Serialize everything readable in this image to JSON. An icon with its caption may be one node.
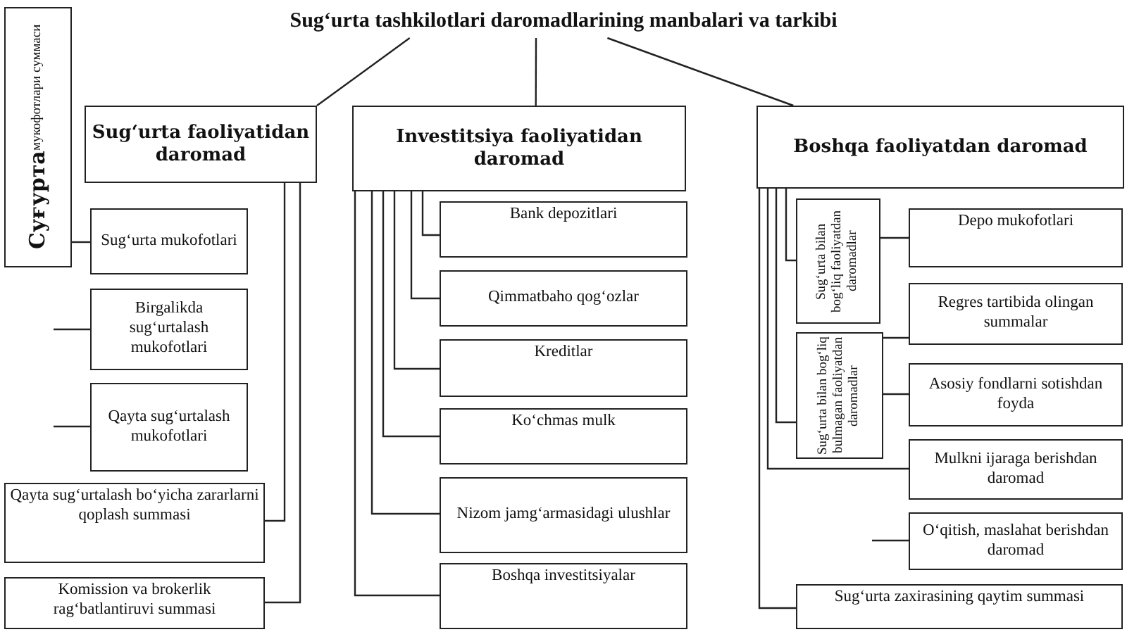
{
  "diagram": {
    "nodes": [
      {
        "text": [
          "Sug‘urta tashkilotlari daromadlarining manbalari va tarkibi"
        ]
      },
      {
        "text": [
          "Sug‘urta faoliyatidan daromad"
        ]
      },
      {
        "text": [
          "Investitsiya faoliyatidan daromad"
        ]
      },
      {
        "text": [
          "Boshqa faoliyatdan daromad"
        ]
      },
      {
        "text": [
          "Суғурта",
          "мукофотлари суммаси"
        ]
      },
      {
        "text": [
          "Sug‘urta mukofotlari"
        ]
      },
      {
        "text": [
          "Birgalikda sug‘urtalash mukofotlari"
        ]
      },
      {
        "text": [
          "Qayta sug‘urtalash mukofotlari"
        ]
      },
      {
        "text": [
          "Qayta sug‘urtalash bo‘yicha zararlarni qoplash summasi"
        ]
      },
      {
        "text": [
          "Komission va brokerlik rag‘batlantiruvi summasi"
        ]
      },
      {
        "text": [
          "Bank depozitlari"
        ]
      },
      {
        "text": [
          "Qimmatbaho qog‘ozlar"
        ]
      },
      {
        "text": [
          "Kreditlar"
        ]
      },
      {
        "text": [
          "Ko‘chmas mulk"
        ]
      },
      {
        "text": [
          "Nizom jamg‘armasidagi ulushlar"
        ]
      },
      {
        "text": [
          "Boshqa investitsiyalar"
        ]
      },
      {
        "text": [
          "Sug‘urta bilan bog‘liq faoliyatdan daromadlar"
        ]
      },
      {
        "text": [
          "Sug‘urta bilan bog‘liq bulmagan faoliyatdan daromadlar"
        ]
      },
      {
        "text": [
          "Depo mukofotlari"
        ]
      },
      {
        "text": [
          "Regres tartibida olingan summalar"
        ]
      },
      {
        "text": [
          "Asosiy fondlarni sotishdan foyda"
        ]
      },
      {
        "text": [
          "Mulkni ijaraga berishdan daromad"
        ]
      },
      {
        "text": [
          "O‘qitish, maslahat berishdan daromad"
        ]
      },
      {
        "text": [
          "Sug‘urta zaxirasining qaytim summasi"
        ]
      }
    ],
    "edges": [
      {
        "from": 0,
        "to": 1,
        "arrow": "none"
      },
      {
        "from": 0,
        "to": 2,
        "arrow": "none"
      },
      {
        "from": 0,
        "to": 3,
        "arrow": "none"
      },
      {
        "from": 4,
        "to": 5,
        "arrow": "none"
      },
      {
        "from": null,
        "to": 6,
        "arrow": "none"
      },
      {
        "from": null,
        "to": 7,
        "arrow": "none"
      },
      {
        "from": 1,
        "to": 8,
        "arrow": "none"
      },
      {
        "from": 1,
        "to": 9,
        "arrow": "none"
      },
      {
        "from": 2,
        "to": 10,
        "arrow": "none"
      },
      {
        "from": 2,
        "to": 11,
        "arrow": "none"
      },
      {
        "from": 2,
        "to": 12,
        "arrow": "none"
      },
      {
        "from": 2,
        "to": 13,
        "arrow": "none"
      },
      {
        "from": 2,
        "to": 14,
        "arrow": "none"
      },
      {
        "from": 2,
        "to": 15,
        "arrow": "none"
      },
      {
        "from": 3,
        "to": 16,
        "arrow": "none"
      },
      {
        "from": 3,
        "to": 17,
        "arrow": "none"
      },
      {
        "from": 16,
        "to": 18,
        "arrow": "none"
      },
      {
        "from": 17,
        "to": 19,
        "arrow": "none"
      },
      {
        "from": 17,
        "to": 20,
        "arrow": "none"
      },
      {
        "from": 3,
        "to": 21,
        "arrow": "none"
      },
      {
        "from": null,
        "to": 22,
        "arrow": "none"
      },
      {
        "from": 3,
        "to": 23,
        "arrow": "none"
      }
    ]
  }
}
